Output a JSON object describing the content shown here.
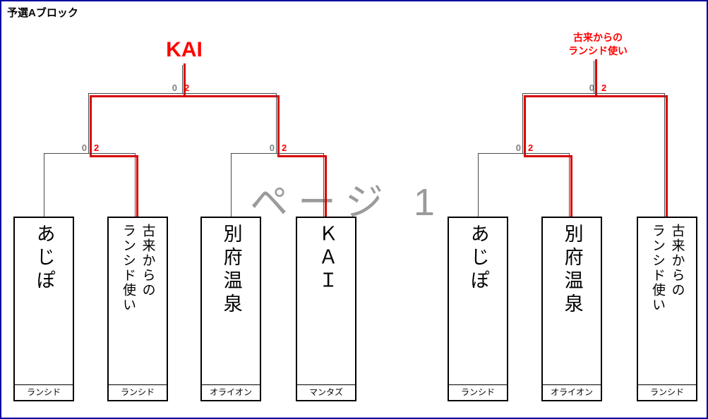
{
  "page": {
    "title": "予選Aブロック",
    "watermark": "ページ 1"
  },
  "colors": {
    "winner_line_red": "#d90000",
    "champion_text_red": "#ff0000",
    "base_line_gray": "#4a4a4a",
    "score_loser_gray": "#808080",
    "score_winner_red": "#ff0000",
    "frame_blue": "#0000a0"
  },
  "left_bracket": {
    "champion": "KAI",
    "final_score": {
      "l": "0",
      "r": "2"
    },
    "semi1_score": {
      "l": "0",
      "r": "2"
    },
    "semi2_score": {
      "l": "0",
      "r": "2"
    },
    "players": [
      {
        "name": "あじぽ",
        "team": "ランシド"
      },
      {
        "name": "古来からの\nランシド使い",
        "team": "ランシド"
      },
      {
        "name": "別府温泉",
        "team": "オライオン"
      },
      {
        "name": "ＫＡＩ",
        "team": "マンタズ"
      }
    ]
  },
  "right_bracket": {
    "champion": "古来からの\nランシド使い",
    "final_score": {
      "l": "0",
      "r": "2"
    },
    "semi_score": {
      "l": "0",
      "r": "2"
    },
    "players": [
      {
        "name": "あじぽ",
        "team": "ランシド"
      },
      {
        "name": "別府温泉",
        "team": "オライオン"
      },
      {
        "name": "古来からの\nランシド使い",
        "team": "ランシド"
      }
    ]
  }
}
